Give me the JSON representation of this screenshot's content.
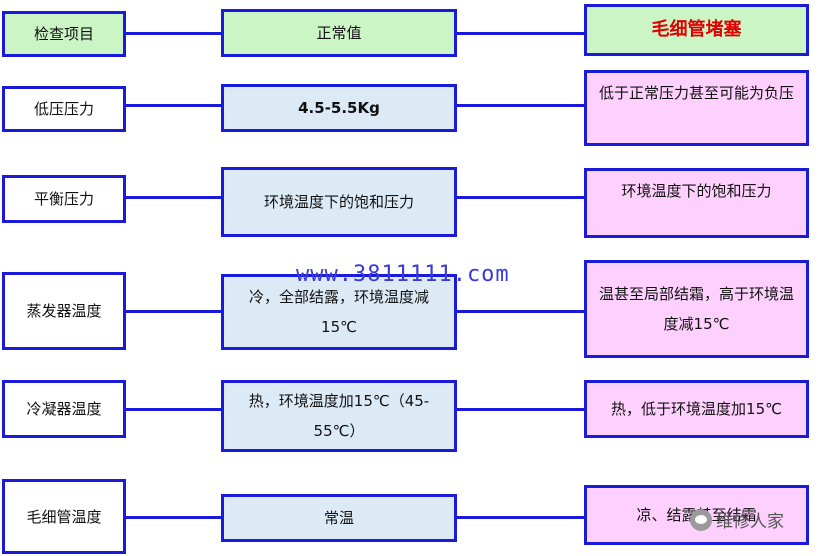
{
  "header": {
    "col1": "检查项目",
    "col2": "正常值",
    "col3": "毛细管堵塞"
  },
  "rows": [
    {
      "item": "低压压力",
      "normal": "4.5-5.5Kg",
      "fault": "低于正常压力甚至可能为负压"
    },
    {
      "item": "平衡压力",
      "normal": "环境温度下的饱和压力",
      "fault": "环境温度下的饱和压力"
    },
    {
      "item": "蒸发器温度",
      "normal": "冷，全部结露，环境温度减15℃",
      "fault": "温甚至局部结霜，高于环境温度减15℃"
    },
    {
      "item": "冷凝器温度",
      "normal": "热，环境温度加15℃（45-55℃）",
      "fault": "热，低于环境温度加15℃"
    },
    {
      "item": "毛细管温度",
      "normal": "常温",
      "fault": "凉、结露甚至结霜"
    }
  ],
  "watermark": "www.3811111.com",
  "wechat_label": "维修人家",
  "colors": {
    "border": "#1a1adc",
    "header_bg": "#ccf5c6",
    "normal_bg": "#dceaf6",
    "fault_bg": "#fdd0fd",
    "title_red": "#e00000"
  }
}
